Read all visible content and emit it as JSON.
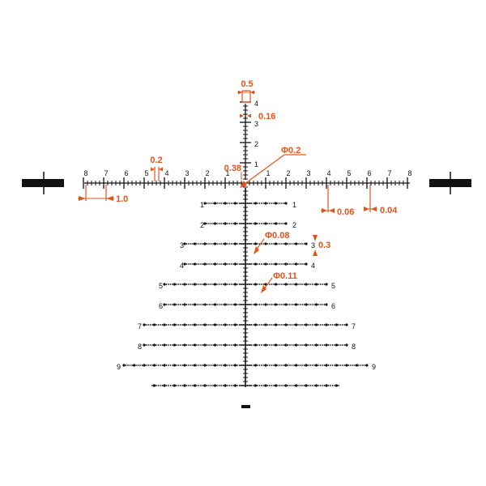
{
  "colors": {
    "reticle": "#111111",
    "dimension": "#e2541b",
    "background": "#ffffff"
  },
  "horizontal_scale_labels": [
    "8",
    "7",
    "6",
    "5",
    "4",
    "3",
    "2",
    "1",
    "1",
    "2",
    "3",
    "4",
    "5",
    "6",
    "7",
    "8"
  ],
  "vertical_scale_labels": [
    "1",
    "2",
    "3",
    "4"
  ],
  "holdover_rows": [
    {
      "left": "1",
      "right": "1"
    },
    {
      "left": "2",
      "right": "2"
    },
    {
      "left": "3",
      "right": "3"
    },
    {
      "left": "4",
      "right": "4"
    },
    {
      "left": "5",
      "right": "5"
    },
    {
      "left": "6",
      "right": "6"
    },
    {
      "left": "7",
      "right": "7"
    },
    {
      "left": "8",
      "right": "8"
    },
    {
      "left": "9",
      "right": "9"
    },
    {
      "left": "",
      "right": ""
    }
  ],
  "dimensions": {
    "box_width": "0.5",
    "post_width": "0.16",
    "center_dot": "Φ0.2",
    "center_gap": "0.38",
    "half_mark_spacing": "0.2",
    "major_spacing": "1.0",
    "tick_thickness_a": "0.06",
    "tick_thickness_b": "0.04",
    "row_dot": "Φ0.08",
    "row_height": "0.3",
    "row_dot_large": "Φ0.11"
  }
}
